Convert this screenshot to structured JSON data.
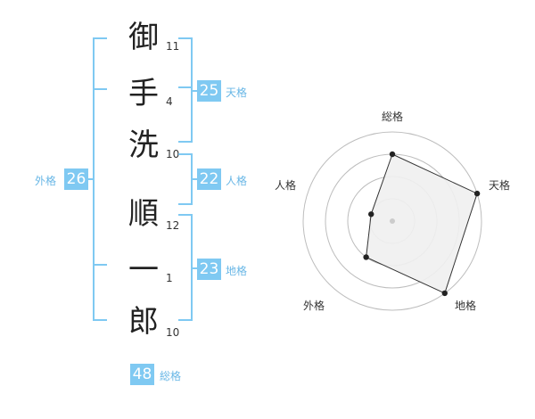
{
  "name_chars": [
    {
      "char": "御",
      "strokes": "11"
    },
    {
      "char": "手",
      "strokes": "4"
    },
    {
      "char": "洗",
      "strokes": "10"
    },
    {
      "char": "順",
      "strokes": "12"
    },
    {
      "char": "一",
      "strokes": "1"
    },
    {
      "char": "郎",
      "strokes": "10"
    }
  ],
  "kakusu": {
    "tenkaku": {
      "value": "25",
      "label": "天格"
    },
    "jinkaku": {
      "value": "22",
      "label": "人格"
    },
    "chikaku": {
      "value": "23",
      "label": "地格"
    },
    "gaikaku": {
      "value": "26",
      "label": "外格"
    },
    "soukaku": {
      "value": "48",
      "label": "総格"
    }
  },
  "radar": {
    "labels": {
      "soukaku": "総格",
      "tenkaku": "天格",
      "chikaku": "地格",
      "gaikaku": "外格",
      "jinkaku": "人格"
    },
    "rings": 4,
    "max": 4,
    "values": {
      "soukaku": 3,
      "tenkaku": 4,
      "chikaku": 4,
      "gaikaku": 2,
      "jinkaku": 1
    },
    "colors": {
      "ring": "#bdbdbd",
      "fill": "#efefef",
      "line": "#333333",
      "point": "#222222",
      "center": "#cccccc"
    }
  }
}
